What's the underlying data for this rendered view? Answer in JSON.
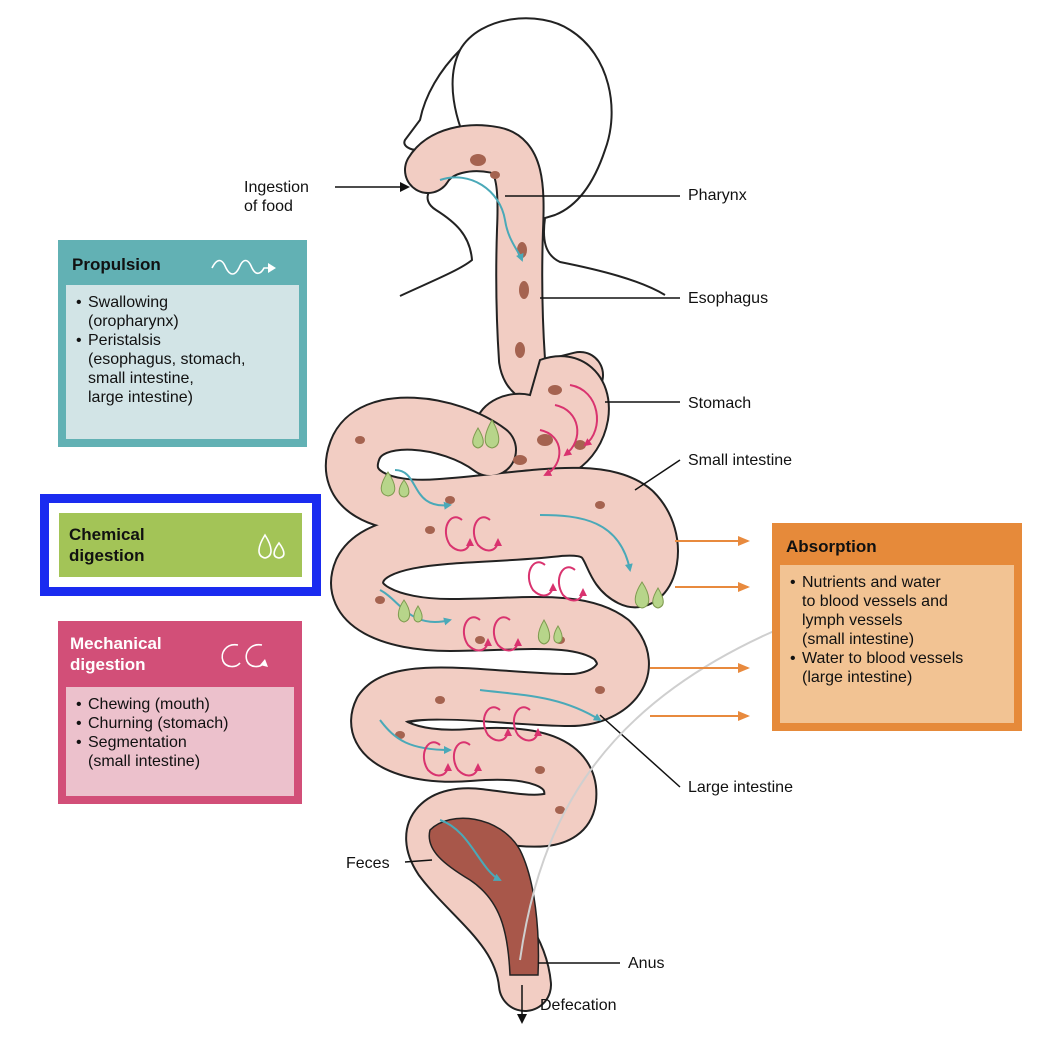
{
  "colors": {
    "tract_fill": "#f2cdc3",
    "tract_stroke": "#222222",
    "flow_arrow": "#4aa9b8",
    "churn_arrow": "#d9336f",
    "feces_fill": "#a8574a",
    "food_spot": "#a56350",
    "enzyme_drop": "#b7d58a",
    "propulsion_header": "#62b1b4",
    "propulsion_body": "#d2e4e6",
    "chemical_bg": "#a3c457",
    "highlight_border": "#1a2bf0",
    "mechanical_header": "#d24f78",
    "mechanical_body": "#ecc1cc",
    "absorption_header": "#e68a3a",
    "absorption_body": "#f2c393",
    "absorption_arrow": "#e88a3e"
  },
  "labels": {
    "ingestion_line1": "Ingestion",
    "ingestion_line2": "of food",
    "pharynx": "Pharynx",
    "esophagus": "Esophagus",
    "stomach": "Stomach",
    "small_intestine": "Small intestine",
    "large_intestine": "Large intestine",
    "feces": "Feces",
    "anus": "Anus",
    "defecation": "Defecation"
  },
  "panels": {
    "propulsion": {
      "title": "Propulsion",
      "icon": "wavy-arrow-icon",
      "items": [
        {
          "line1": "Swallowing",
          "line2": "(oropharynx)"
        },
        {
          "line1": "Peristalsis",
          "line2": "(esophagus, stomach,",
          "line3": "small intestine,",
          "line4": "large intestine)"
        }
      ]
    },
    "chemical": {
      "title_line1": "Chemical",
      "title_line2": "digestion",
      "icon": "droplets-icon"
    },
    "mechanical": {
      "title_line1": "Mechanical",
      "title_line2": "digestion",
      "icon": "churning-arrows-icon",
      "items": [
        {
          "line1": "Chewing (mouth)"
        },
        {
          "line1": "Churning (stomach)"
        },
        {
          "line1": "Segmentation",
          "line2": "(small intestine)"
        }
      ]
    },
    "absorption": {
      "title": "Absorption",
      "items": [
        {
          "line1": "Nutrients and water",
          "line2": "to blood vessels and",
          "line3": "lymph vessels",
          "line4": "(small intestine)"
        },
        {
          "line1": "Water to blood vessels",
          "line2": "(large intestine)"
        }
      ]
    }
  }
}
